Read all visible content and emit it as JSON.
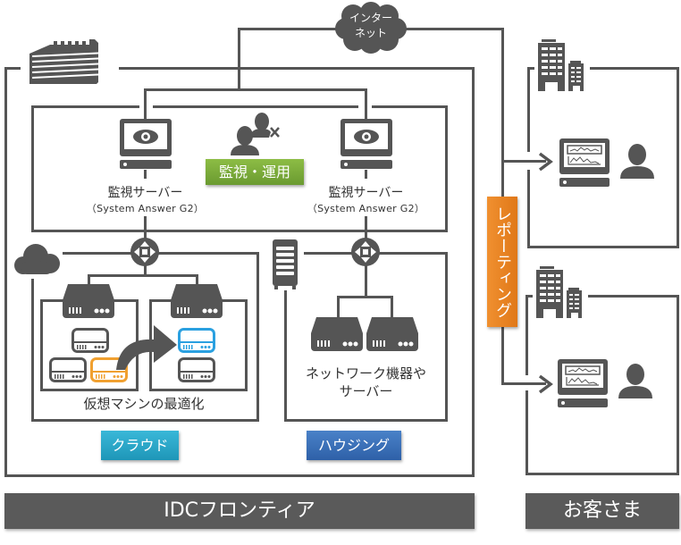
{
  "diagram": {
    "internet_cloud": {
      "line1": "インター",
      "line2": "ネット"
    },
    "idc": {
      "title": "IDCフロンティア",
      "ops_badge": "監視・運用",
      "monitor_servers": [
        {
          "title": "監視サーバー",
          "subtitle": "（System Answer G2）"
        },
        {
          "title": "監視サーバー",
          "subtitle": "（System Answer G2）"
        }
      ],
      "cloud": {
        "caption": "仮想マシンの最適化",
        "badge": "クラウド"
      },
      "housing": {
        "caption_line1": "ネットワーク機器や",
        "caption_line2": "サーバー",
        "badge": "ハウジング"
      }
    },
    "reporting_badge": "レポーティング",
    "customer": {
      "title": "お客さま"
    },
    "colors": {
      "line": "#555555",
      "ops_green": "#7aa73a",
      "cloud_teal": "#2aa8c8",
      "housing_blue": "#3a6fb8",
      "reporting_orange": "#e8821e",
      "vm_orange": "#f0a030",
      "vm_blue": "#2aa0e0",
      "bar_gray": "#5a5a5a"
    }
  }
}
